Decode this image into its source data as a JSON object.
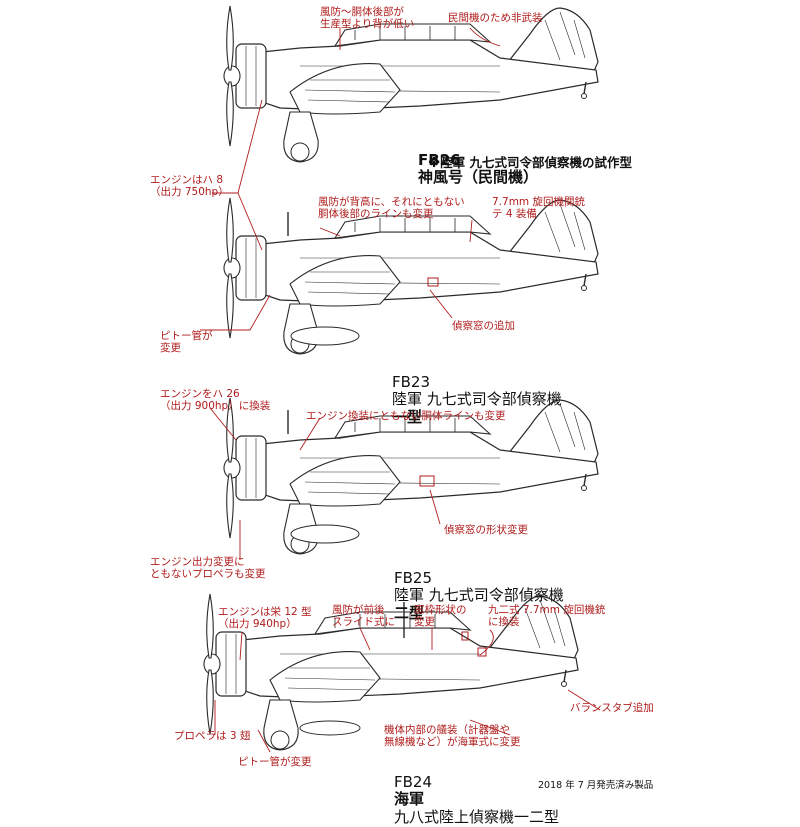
{
  "colors": {
    "annotation": "#b01c1c",
    "line": "#2a2a2a",
    "fill": "#ffffff",
    "background": "#ffffff"
  },
  "aircraft": [
    {
      "id": "fb26",
      "caption_code": "FB26",
      "caption_name": "神風号（民間機）",
      "caption_note": "※陸軍 九七式司令部偵察機の試作型",
      "annotations": {
        "canopy": "風防～胴体後部が\n生産型より背が低い",
        "unarmed": "民間機のため非武装",
        "engine": "エンジンはハ 8\n（出力 750hp）"
      }
    },
    {
      "id": "fb23",
      "caption_code": "FB23",
      "caption_name": "陸軍 九七式司令部偵察機",
      "caption_variant": "一型",
      "annotations": {
        "canopy": "風防が背高に、それにともない\n胴体後部のラインも変更",
        "gun": "7.7mm 旋回機関銃\nテ 4 装備",
        "window": "偵察窓の追加",
        "pitot": "ピトー管が\n変更"
      }
    },
    {
      "id": "fb25",
      "caption_code": "FB25",
      "caption_name": "陸軍 九七式司令部偵察機",
      "caption_variant": "二型",
      "annotations": {
        "engine": "エンジンをハ 26\n（出力 900hp）に換装",
        "fuselage": "エンジン換装にともない胴体ラインも変更",
        "window": "偵察窓の形状変更",
        "prop": "エンジン出力変更に\nともないプロペラも変更"
      }
    },
    {
      "id": "fb24",
      "caption_code": "FB24",
      "caption_name_bold": "海軍",
      "caption_name": "九八式陸上偵察機一二型",
      "annotations": {
        "engine": "エンジンは栄 12 型\n（出力 940hp）",
        "canopy": "風防が前後\nスライド式に",
        "frame": "窓枠形状の\n変更",
        "gun": "九二式 7.7mm 旋回機銃\nに換装",
        "interior": "機体内部の艤装（計器盤や\n無線機など）が海軍式に変更",
        "balance": "バランスタブ追加",
        "prop": "プロペラは 3 翅",
        "pitot": "ピトー管が変更"
      }
    }
  ],
  "footer": "2018 年 7 月発売済み製品"
}
